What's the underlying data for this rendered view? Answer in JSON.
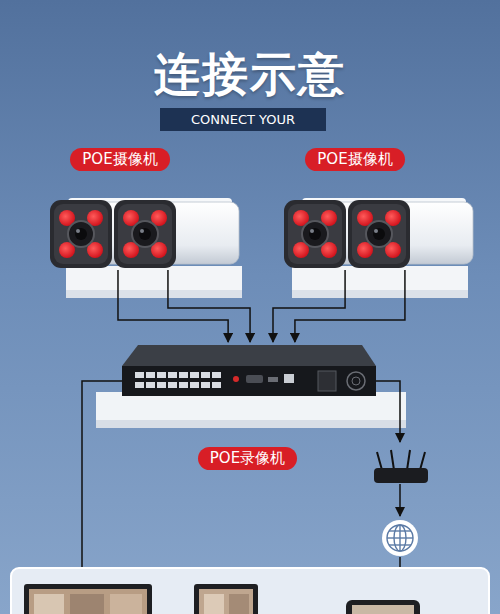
{
  "diagram": {
    "title": "连接示意",
    "nodes": [
      {
        "text": [
          "CONNECT YOUR"
        ]
      },
      {
        "text": [
          "POE摄像机"
        ]
      },
      {
        "text": [
          "POE摄像机"
        ]
      },
      {
        "text": [
          "POE录像机"
        ]
      }
    ],
    "edges": [
      {
        "from": 1,
        "to": 3,
        "arrow": "to"
      },
      {
        "from": 2,
        "to": 3,
        "arrow": "to"
      }
    ]
  }
}
